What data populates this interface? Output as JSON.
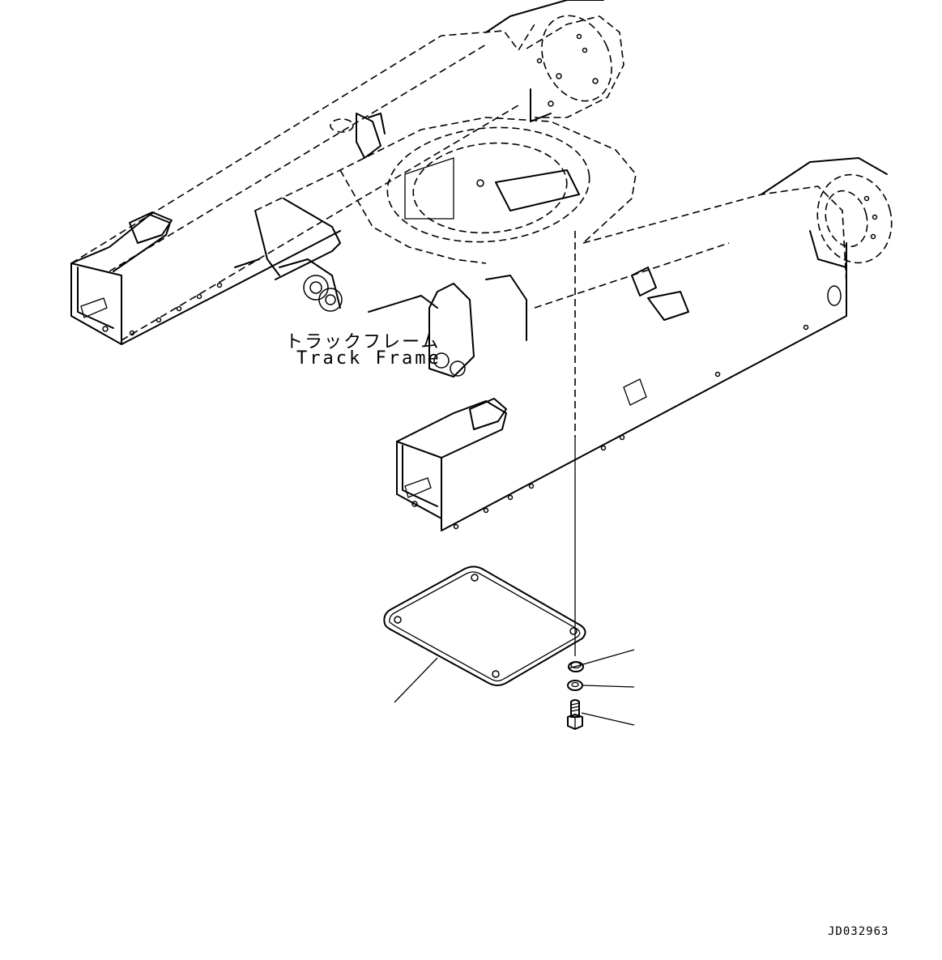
{
  "labels": {
    "part_name_jp": "トラックフレーム",
    "part_name_en": "Track Frame",
    "drawing_id": "JD032963"
  },
  "parts": [
    {
      "name": "cover-plate-icon"
    },
    {
      "name": "bolt-icon"
    },
    {
      "name": "washer-icon"
    },
    {
      "name": "lock-washer-icon"
    }
  ]
}
